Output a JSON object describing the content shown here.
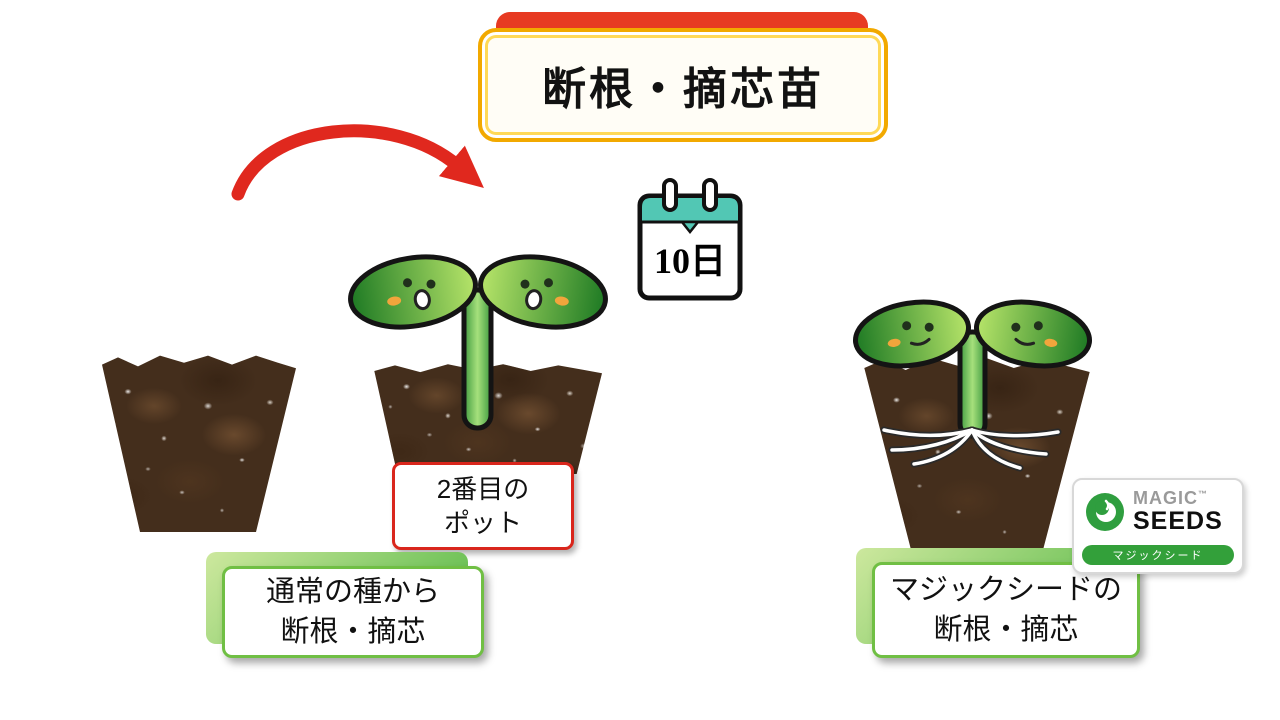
{
  "slide": {
    "title": "断根・摘芯苗",
    "calendar": {
      "days": "10日"
    },
    "pot_label": {
      "line1": "2番目の",
      "line2": "ポット"
    },
    "left_caption": {
      "line1": "通常の種から",
      "line2": "断根・摘芯"
    },
    "right_caption": {
      "line1": "マジックシードの",
      "line2": "断根・摘芯"
    },
    "logo": {
      "magic": "MAGIC",
      "tm": "™",
      "seeds": "SEEDS",
      "subtitle": "マジックシード"
    }
  },
  "icons": {
    "arrow": "curved-red-arrow",
    "calendar": "calendar-icon",
    "sprout_center": "seedling-surprised-icon",
    "sprout_right": "seedling-with-roots-icon",
    "pots": "soil-pot"
  },
  "colors": {
    "accent_red": "#e0281e",
    "accent_gold": "#f2a900",
    "accent_green": "#70bf44",
    "calendar_teal": "#52c7b4",
    "logo_green": "#2f9e3f"
  }
}
